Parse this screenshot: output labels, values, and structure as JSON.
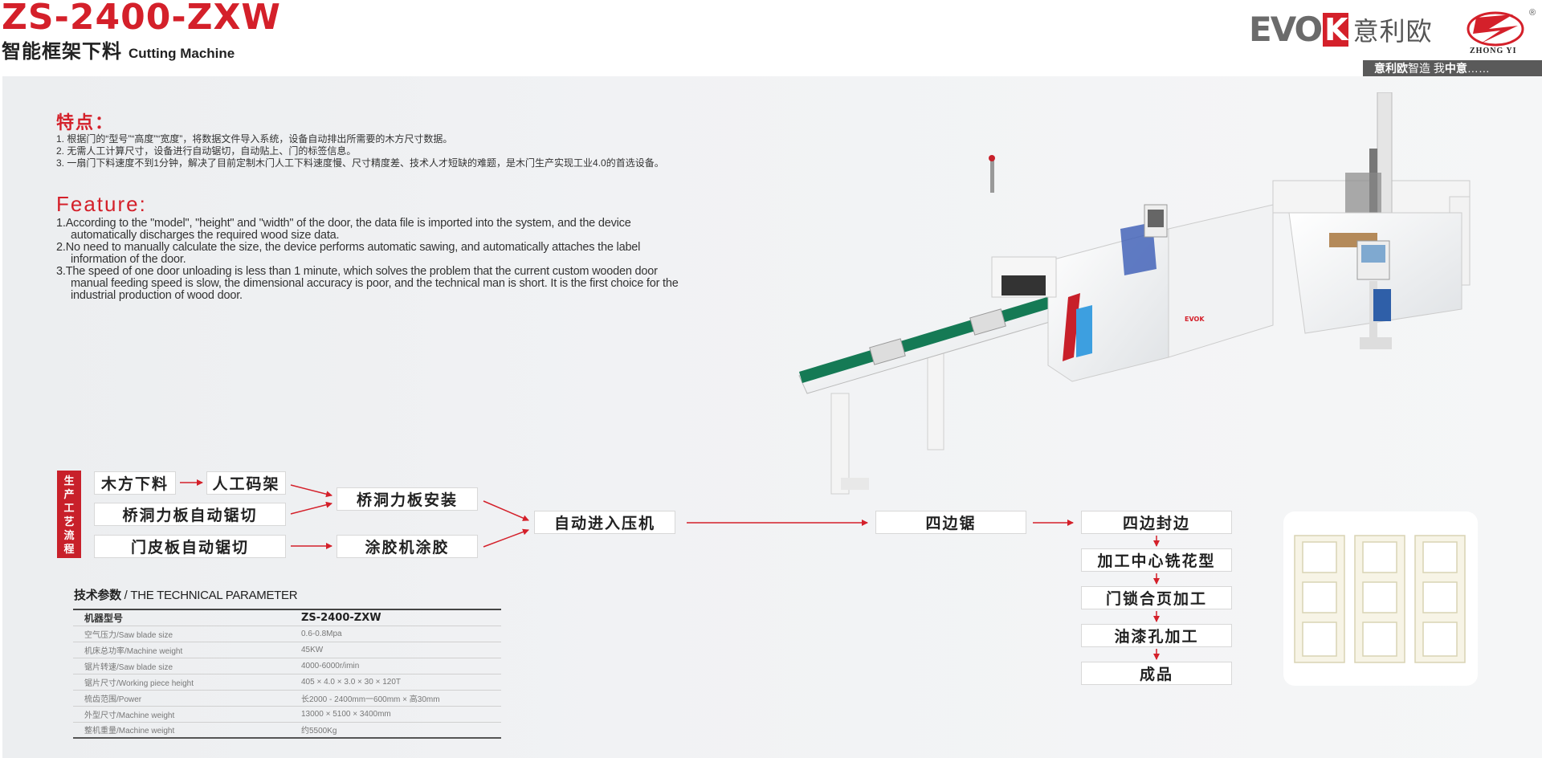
{
  "header": {
    "model": "ZS-2400-ZXW",
    "title_cn": "智能框架下料",
    "title_en": "Cutting Machine"
  },
  "brand": {
    "evok_word": "EVO",
    "evok_k": "K",
    "evok_cn": "意利欧",
    "zhongyi_text": "ZHONG YI",
    "registered_mark": "®",
    "slogan_bold1": "意利欧",
    "slogan_mid": "智造  我",
    "slogan_bold2": "中意",
    "slogan_tail": "……",
    "accent_color": "#d4202a"
  },
  "features_cn": {
    "heading": "特点：",
    "items": [
      "1. 根据门的“型号”“高度”“宽度”，将数据文件导入系统，设备自动排出所需要的木方尺寸数据。",
      "2. 无需人工计算尺寸，设备进行自动锯切，自动贴上、门的标签信息。",
      "3. 一扇门下料速度不到1分钟，解决了目前定制木门人工下料速度慢、尺寸精度差、技术人才短缺的难题，是木门生产实现工业4.0的首选设备。"
    ]
  },
  "features_en": {
    "heading": "Feature:",
    "items": [
      "1.According to the \"model\", \"height\" and \"width\" of the door, the data file is imported into the system, and the device automatically discharges the required wood size data.",
      "2.No need to manually calculate the size, the device performs automatic sawing, and automatically attaches the label information of the door.",
      "3.The speed of one door unloading is less than 1 minute, which solves the problem that the current custom wooden door manual feeding speed is slow, the dimensional accuracy is poor, and the technical man is short. It is the first choice for the industrial production of wood door."
    ]
  },
  "process_flow": {
    "tag": [
      "生",
      "产",
      "工",
      "艺",
      "流",
      "程"
    ],
    "steps": {
      "wood_cutting": "木方下料",
      "manual_stacking": "人工码架",
      "bridge_board_sawing": "桥洞力板自动锯切",
      "door_skin_sawing": "门皮板自动锯切",
      "bridge_board_install": "桥洞力板安装",
      "glue_coating": "涂胶机涂胶",
      "auto_press": "自动进入压机",
      "four_side_saw": "四边锯",
      "edge_banding": "四边封边",
      "cnc_milling": "加工中心铣花型",
      "lock_hinge": "门锁合页加工",
      "paint_hole": "油漆孔加工",
      "finished": "成品"
    }
  },
  "tech_params": {
    "title_cn": "技术参数",
    "title_en": " / THE TECHNICAL PARAMETER",
    "header": {
      "label": "机器型号",
      "value": "ZS-2400-ZXW"
    },
    "rows": [
      {
        "label": "空气压力/Saw blade size",
        "value": "0.6-0.8Mpa"
      },
      {
        "label": "机床总功率/Machine weight",
        "value": "45KW"
      },
      {
        "label": "锯片转速/Saw blade size",
        "value": "4000-6000r/imin"
      },
      {
        "label": "锯片尺寸/Working piece height",
        "value": "405 × 4.0 × 3.0 × 30 × 120T"
      },
      {
        "label": "梳齿范围/Power",
        "value": "长2000 - 2400mm一600mm × 高30mm"
      },
      {
        "label": "外型尺寸/Machine weight",
        "value": "13000 × 5100 × 3400mm"
      },
      {
        "label": "整机重量/Machine weight",
        "value": "约5500Kg"
      }
    ]
  }
}
